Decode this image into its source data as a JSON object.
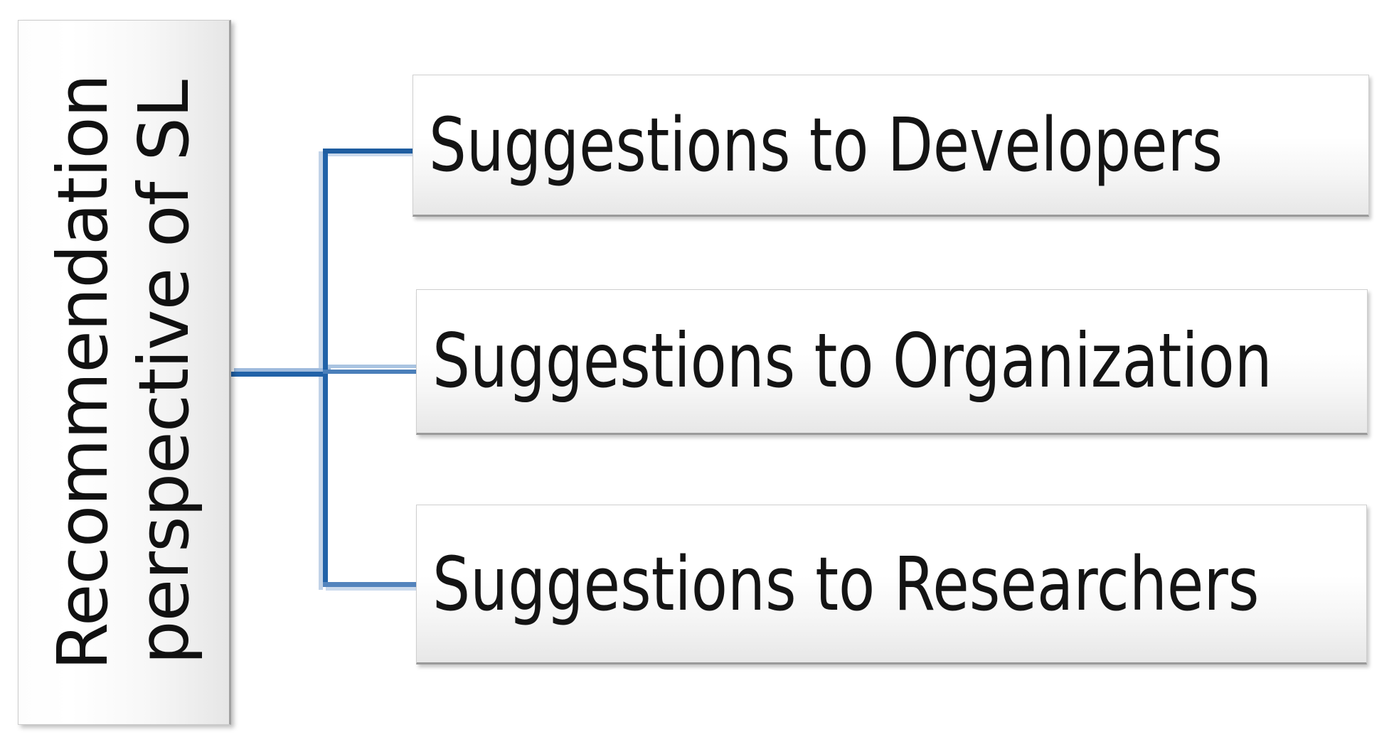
{
  "diagram": {
    "type": "hierarchy",
    "title": "Recommendation perspective of SL",
    "root": {
      "label_line_1": "Recommendation",
      "label_line_2": "perspective of SL",
      "orientation": "vertical-rotated-90-ccw"
    },
    "branches": [
      {
        "label": "Suggestions to Developers"
      },
      {
        "label": "Suggestions to Organization"
      },
      {
        "label": "Suggestions to Researchers"
      }
    ],
    "colors": {
      "connector": "#2162a8",
      "connector_shadow": "#b9cde6",
      "box_border": "#cfcfcf",
      "box_fill_top": "#ffffff",
      "box_fill_bottom": "#e7e7e7",
      "text": "#141414",
      "background": "#ffffff"
    }
  }
}
